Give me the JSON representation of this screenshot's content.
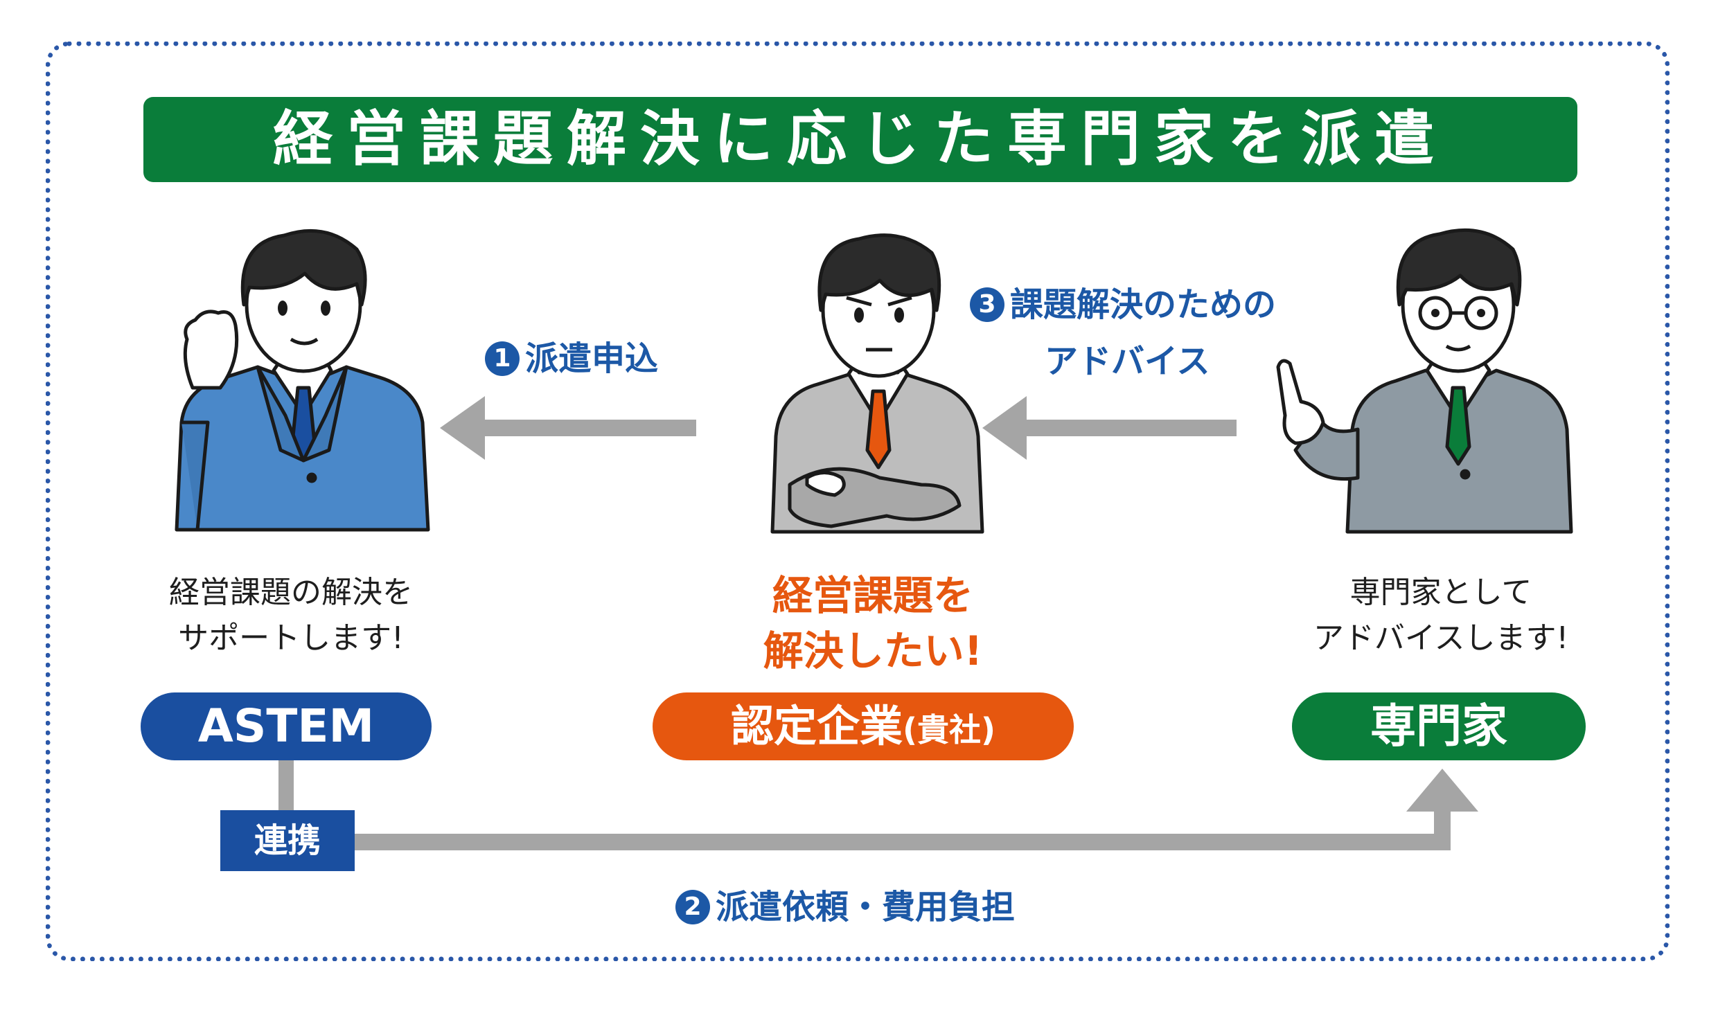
{
  "title": "経営課題解決に応じた専門家を派遣",
  "steps": {
    "step1": {
      "num": "1",
      "text": "派遣申込"
    },
    "step2": {
      "num": "2",
      "text": "派遣依頼・費用負担"
    },
    "step3": {
      "num": "3",
      "line1": "課題解決のための",
      "line2": "アドバイス"
    }
  },
  "astem": {
    "caption_line1": "経営課題の解決を",
    "caption_line2": "サポートします!",
    "label": "ASTEM",
    "color": "#1a4fa0"
  },
  "company": {
    "caption_line1": "経営課題を",
    "caption_line2": "解決したい!",
    "label": "認定企業",
    "label_suffix": "(貴社)",
    "color": "#e6570f"
  },
  "expert": {
    "caption_line1": "専門家として",
    "caption_line2": "アドバイスします!",
    "label": "専門家",
    "color": "#0a7d3a"
  },
  "link_label": "連携",
  "colors": {
    "frame": "#2a57a8",
    "title_bg": "#0a7d3a",
    "arrow": "#a5a5a5",
    "step_text": "#1c58a6"
  },
  "icons": [
    "person-astem-icon",
    "person-company-icon",
    "person-expert-icon"
  ]
}
